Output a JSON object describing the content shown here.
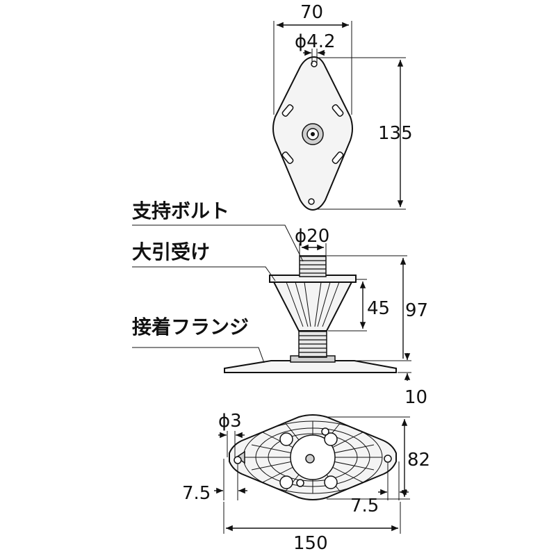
{
  "top_view": {
    "width": "70",
    "hole": "ϕ4.2",
    "height": "135"
  },
  "side_view": {
    "label_bolt": "支持ボルト",
    "label_receiver": "大引受け",
    "label_flange": "接着フランジ",
    "bolt_diameter": "ϕ20",
    "receiver_height": "45",
    "total_height": "97",
    "flange_thickness": "10"
  },
  "bottom_view": {
    "hole": "ϕ3",
    "left_offset": "7.5",
    "right_offset": "7.5",
    "height": "82",
    "width": "150"
  }
}
